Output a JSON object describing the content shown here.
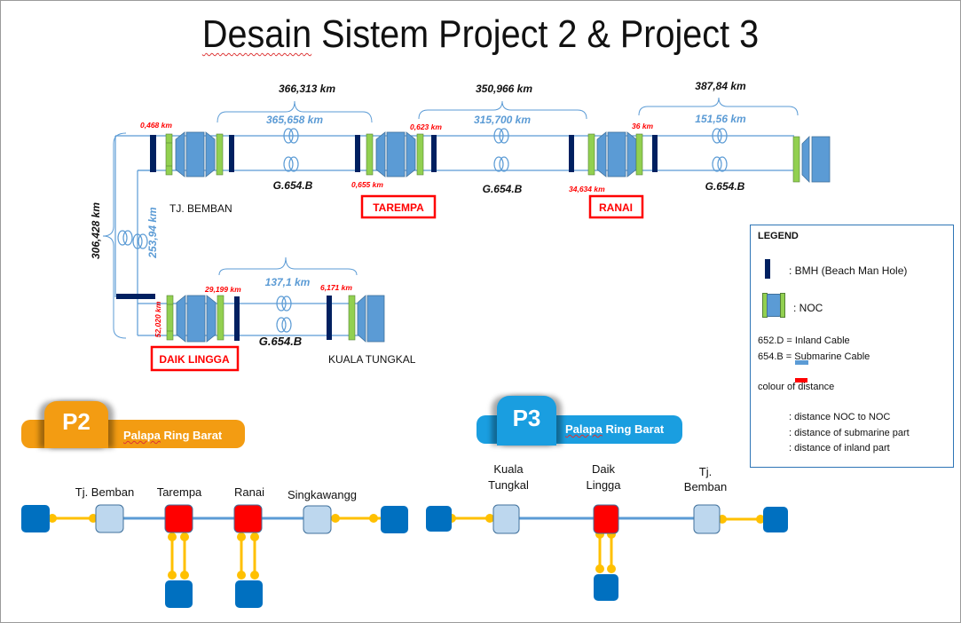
{
  "title": {
    "word1": "Desain",
    "rest": " Sistem Project 2 & Project 3"
  },
  "colors": {
    "bmh": "#002060",
    "noc_blue": "#5b9bd5",
    "noc_green": "#92d050",
    "cable": "#5b9bd5",
    "distance_red": "#ff0000",
    "submarine_blue": "#5b9bd5",
    "p2_orange": "#f39c12",
    "p3_blue": "#1a9ee0",
    "node_light": "#bdd7ee",
    "node_dark": "#0070c0",
    "node_red": "#ff0000",
    "link_yellow": "#ffc000"
  },
  "top_route": {
    "segments": [
      {
        "noc_to_noc": "366,313  km",
        "submarine": "365,658 km",
        "cable_type": "G.654.B"
      },
      {
        "noc_to_noc": "350,966 km",
        "submarine": "315,700 km",
        "cable_type": "G.654.B"
      },
      {
        "noc_to_noc": "387,84 km",
        "submarine": "151,56 km",
        "cable_type": "G.654.B"
      }
    ],
    "inland": [
      "0,468 km",
      "0,655 km",
      "0,623 km",
      "34,634 km",
      "36 km"
    ],
    "stations": {
      "tj_bemban": "TJ. BEMBAN",
      "tarempa": "TAREMPA",
      "ranai": "RANAI"
    }
  },
  "vertical_route": {
    "noc_to_noc": "306,428  km",
    "submarine": "253,94 km"
  },
  "bottom_route": {
    "submarine": "137,1 km",
    "inland_left": "52,020 km",
    "inland_mid": "29,199 km",
    "inland_right": "6,171 km",
    "cable_type": "G.654.B",
    "stations": {
      "daik_lingga": "DAIK LINGGA",
      "kuala_tungkal": "KUALA TUNGKAL"
    }
  },
  "legend": {
    "heading": "LEGEND",
    "bmh": ": BMH (Beach Man Hole)",
    "noc": ": NOC",
    "inland_cable": "652.D = Inland Cable",
    "submarine_cable": "654.B = Submarine Cable",
    "colour_label": "colour of distance",
    "dist_noc": ": distance NOC to NOC",
    "dist_sub": ": distance of submarine part",
    "dist_inland": ": distance of inland part"
  },
  "p2": {
    "tab": "P2",
    "label_underlined": "Palapa",
    "label_rest": " Ring Barat",
    "nodes": [
      "Tj. Bemban",
      "Tarempa",
      "Ranai",
      "Singkawangg"
    ]
  },
  "p3": {
    "tab": "P3",
    "label_underlined": "Palapa",
    "label_rest": " Ring Barat",
    "nodes": [
      [
        "Kuala",
        "Tungkal"
      ],
      [
        "Daik",
        "Lingga"
      ],
      [
        "Tj.",
        "Bemban"
      ]
    ]
  }
}
